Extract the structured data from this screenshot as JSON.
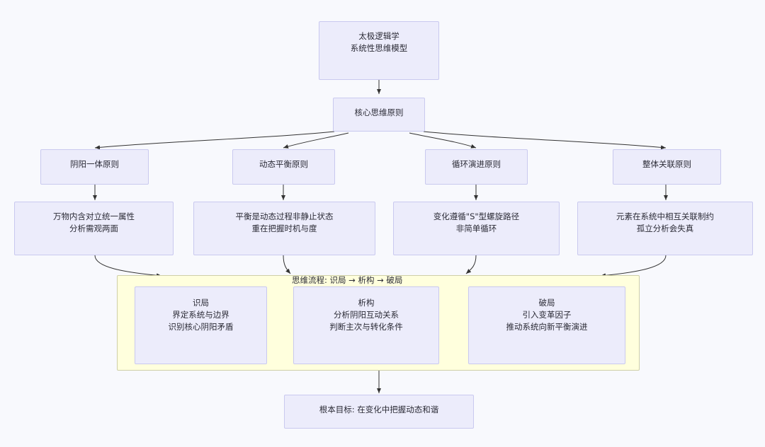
{
  "diagram": {
    "type": "flowchart",
    "direction": "top-down",
    "background_color": "#f8f9fd",
    "node_fill_color": "#ececfb",
    "node_border_color": "#c9c9ef",
    "subgraph_fill_color": "#ffffdd",
    "subgraph_border_color": "#cfcfa8",
    "edge_color": "#333333"
  },
  "nodes": {
    "root": {
      "text": "太极逻辑学\n系统性思维模型"
    },
    "core": {
      "text": "核心思维原则"
    },
    "principles": [
      {
        "text": "阴阳一体原则"
      },
      {
        "text": "动态平衡原则"
      },
      {
        "text": "循环演进原则"
      },
      {
        "text": "整体关联原则"
      }
    ],
    "descriptions": [
      {
        "text": "万物内含对立统一属性\n分析需观两面"
      },
      {
        "text": "平衡是动态过程非静止状态\n重在把握时机与度"
      },
      {
        "text": "变化遵循\"S\"型螺旋路径\n非简单循环"
      },
      {
        "text": "元素在系统中相互关联制约\n孤立分析会失真"
      }
    ],
    "goal": {
      "text": "根本目标: 在变化中把握动态和谐"
    }
  },
  "subgraph": {
    "title": "思维流程: 识局 → 析构 → 破局",
    "steps": [
      {
        "text": "识局\n界定系统与边界\n识别核心阴阳矛盾"
      },
      {
        "text": "析构\n分析阴阳互动关系\n判断主次与转化条件"
      },
      {
        "text": "破局\n引入变革因子\n推动系统向新平衡演进"
      }
    ]
  }
}
